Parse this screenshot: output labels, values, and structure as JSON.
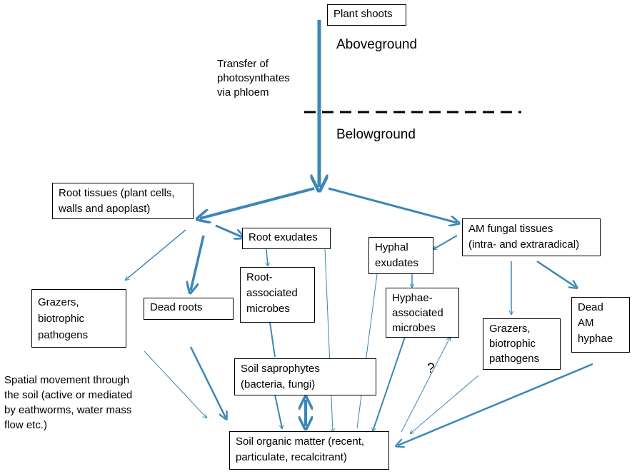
{
  "nodes": {
    "plant_shoots": "Plant shoots",
    "root_tissues": "Root tissues (plant cells,\nwalls and apoplast)",
    "root_exudates": "Root exudates",
    "am_fungal_tissues": "AM fungal tissues\n(intra- and extraradical)",
    "hyphal_exudates": "Hyphal\nexudates",
    "root_microbes": "Root-\nassociated\nmicrobes",
    "hyphae_microbes": "Hyphae-\nassociated\nmicrobes",
    "grazers_left": "Grazers,\nbiotrophic\npathogens",
    "dead_roots": "Dead roots",
    "grazers_right": "Grazers,\nbiotrophic\npathogens",
    "dead_am_hyphae": "Dead\nAM\nhyphae",
    "soil_saprophytes": "Soil saprophytes\n(bacteria, fungi)",
    "soil_organic_matter": "Soil organic matter (recent,\nparticulate, recalcitrant)"
  },
  "labels": {
    "aboveground": "Aboveground",
    "belowground": "Belowground",
    "phloem_transfer": "Transfer of\nphotosynthates\nvia phloem",
    "spatial_movement": "Spatial movement through\nthe soil (active or mediated\nby eathworms, water mass\nflow etc.)",
    "unknown_flow": "?"
  },
  "colors": {
    "arrow": "#3a87b8",
    "divider": "#000000"
  }
}
